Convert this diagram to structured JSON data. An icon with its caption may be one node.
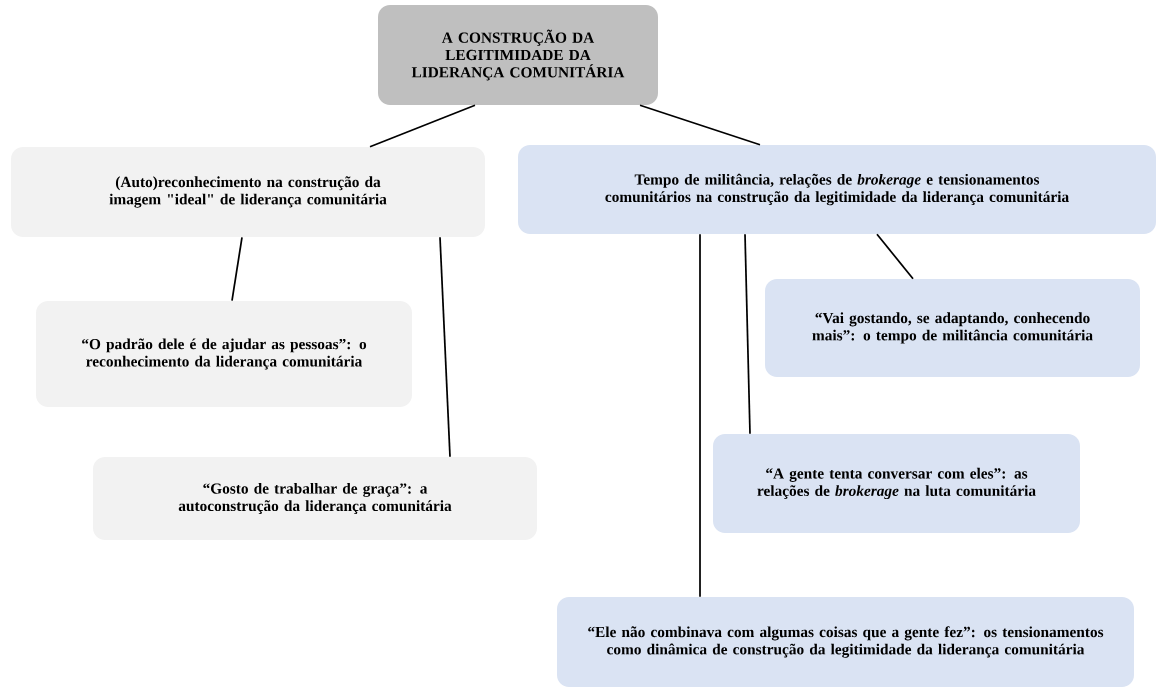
{
  "diagram": {
    "nodes": [
      {
        "text": [
          "A CONSTRUÇÃO DA LEGITIMIDADE DA LIDERANÇA COMUNITÁRIA"
        ]
      },
      {
        "text": [
          "(Auto)reconhecimento na construção da imagem \"ideal\" de liderança comunitária"
        ]
      },
      {
        "text": [
          "“O padrão dele é de ajudar as pessoas”: o reconhecimento da liderança comunitária"
        ]
      },
      {
        "text": [
          "“Gosto de trabalhar de graça”: a autoconstrução da liderança comunitária"
        ]
      },
      {
        "text": [
          "Tempo de militância, relações de *brokerage* e tensionamentos comunitários na construção da legitimidade da liderança comunitária"
        ]
      },
      {
        "text": [
          "“Vai gostando, se adaptando, conhecendo mais”: o tempo de militância comunitária"
        ]
      },
      {
        "text": [
          "“A gente tenta conversar com eles”: as relações de *brokerage* na luta comunitária"
        ]
      },
      {
        "text": [
          "“Ele não combinava com algumas coisas que a gente fez”: os tensionamentos como dinâmica de construção da legitimidade da liderança comunitária"
        ]
      }
    ],
    "edges": [
      {
        "from": 0,
        "to": 1,
        "arrow": "none"
      },
      {
        "from": 0,
        "to": 4,
        "arrow": "none"
      },
      {
        "from": 1,
        "to": 2,
        "arrow": "none"
      },
      {
        "from": 1,
        "to": 3,
        "arrow": "none"
      },
      {
        "from": 4,
        "to": 5,
        "arrow": "none"
      },
      {
        "from": 4,
        "to": 6,
        "arrow": "none"
      },
      {
        "from": 4,
        "to": 7,
        "arrow": "none"
      }
    ]
  }
}
